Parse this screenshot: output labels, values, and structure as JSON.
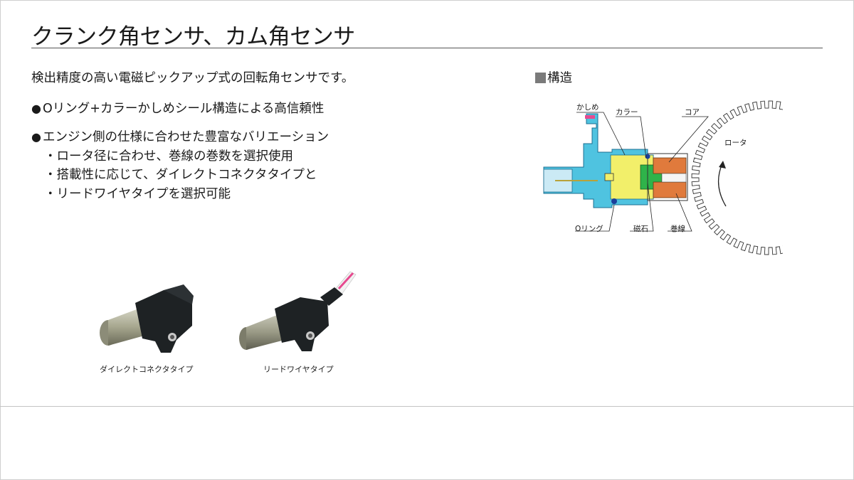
{
  "title": "クランク角センサ、カム角センサ",
  "lead": "検出精度の高い電磁ピックアップ式の回転角センサです。",
  "bullets": {
    "mark": "●",
    "item1": "Oリング+カラーかしめシール構造による高信頼性",
    "item2": "エンジン側の仕様に合わせた豊富なバリエーション",
    "sub1": "・ロータ径に合わせ、巻線の巻数を選択使用",
    "sub2": "・搭載性に応じて、ダイレクトコネクタタイプと",
    "sub3": "・リードワイヤタイプを選択可能"
  },
  "structure": {
    "heading": "構造",
    "labels": {
      "kashime": "かしめ",
      "collar": "カラー",
      "core": "コア",
      "rotor": "ロータ",
      "oring": "Oリング",
      "magnet": "磁石",
      "coil": "巻線"
    }
  },
  "products": {
    "direct_connector": "ダイレクトコネクタタイプ",
    "lead_wire": "リードワイヤタイプ"
  },
  "colors": {
    "housing": "#4fc3e0",
    "magnet": "#2fb34a",
    "coil": "#e07a3c",
    "collar": "#f2ef6a",
    "pink": "#e64a8f"
  }
}
